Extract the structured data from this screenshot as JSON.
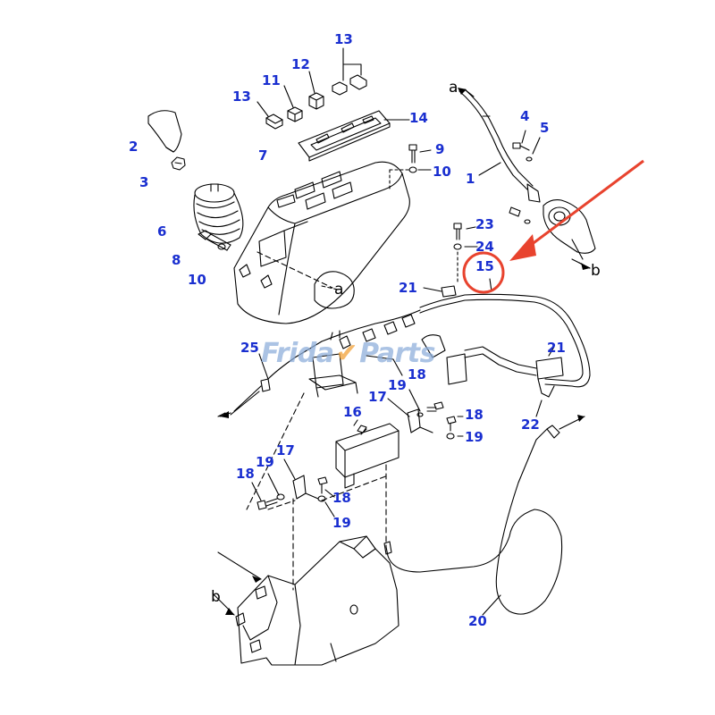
{
  "diagram": {
    "callouts": [
      {
        "id": "13a",
        "text": "13"
      },
      {
        "id": "12",
        "text": "12"
      },
      {
        "id": "11",
        "text": "11"
      },
      {
        "id": "13b",
        "text": "13"
      },
      {
        "id": "14",
        "text": "14"
      },
      {
        "id": "2",
        "text": "2"
      },
      {
        "id": "3",
        "text": "3"
      },
      {
        "id": "7",
        "text": "7"
      },
      {
        "id": "9",
        "text": "9"
      },
      {
        "id": "10a",
        "text": "10"
      },
      {
        "id": "6",
        "text": "6"
      },
      {
        "id": "8",
        "text": "8"
      },
      {
        "id": "10b",
        "text": "10"
      },
      {
        "id": "4",
        "text": "4"
      },
      {
        "id": "5",
        "text": "5"
      },
      {
        "id": "1",
        "text": "1"
      },
      {
        "id": "23",
        "text": "23"
      },
      {
        "id": "24",
        "text": "24"
      },
      {
        "id": "15",
        "text": "15"
      },
      {
        "id": "21a",
        "text": "21"
      },
      {
        "id": "21b",
        "text": "21"
      },
      {
        "id": "25",
        "text": "25"
      },
      {
        "id": "18a",
        "text": "18"
      },
      {
        "id": "19a",
        "text": "19"
      },
      {
        "id": "17a",
        "text": "17"
      },
      {
        "id": "16",
        "text": "16"
      },
      {
        "id": "18b",
        "text": "18"
      },
      {
        "id": "19b",
        "text": "19"
      },
      {
        "id": "22",
        "text": "22"
      },
      {
        "id": "17b",
        "text": "17"
      },
      {
        "id": "19c",
        "text": "19"
      },
      {
        "id": "18c",
        "text": "18"
      },
      {
        "id": "18d",
        "text": "18"
      },
      {
        "id": "19d",
        "text": "19"
      },
      {
        "id": "20",
        "text": "20"
      }
    ],
    "letters": {
      "a_top": "a",
      "a_console": "a",
      "b_right": "b",
      "b_left": "b"
    },
    "highlight": {
      "target_part": "15",
      "circle_color": "#e8432e",
      "arrow_color": "#e8432e"
    },
    "callout_color": "#1a2fd0",
    "line_color": "#000000",
    "watermark": {
      "part1": "Frida",
      "part2": "Parts"
    }
  }
}
